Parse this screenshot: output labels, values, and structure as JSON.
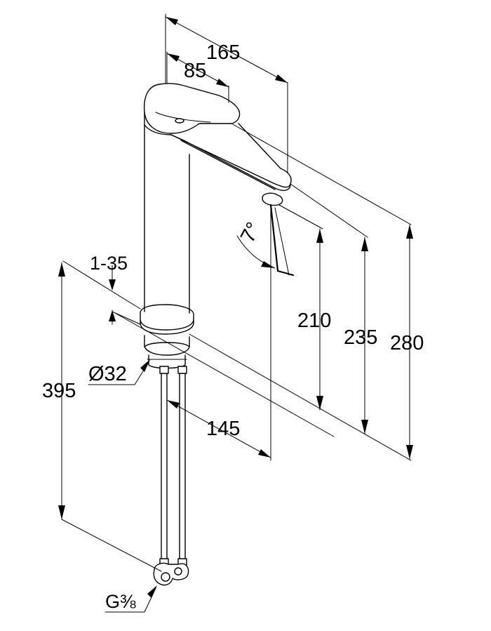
{
  "dimensions": {
    "d165": "165",
    "d85": "85",
    "d7deg": "7°",
    "d1_35": "1-35",
    "d210": "210",
    "d235": "235",
    "d280": "280",
    "d395": "395",
    "dia32": "Ø32",
    "d145": "145",
    "thread": "G⅜"
  }
}
